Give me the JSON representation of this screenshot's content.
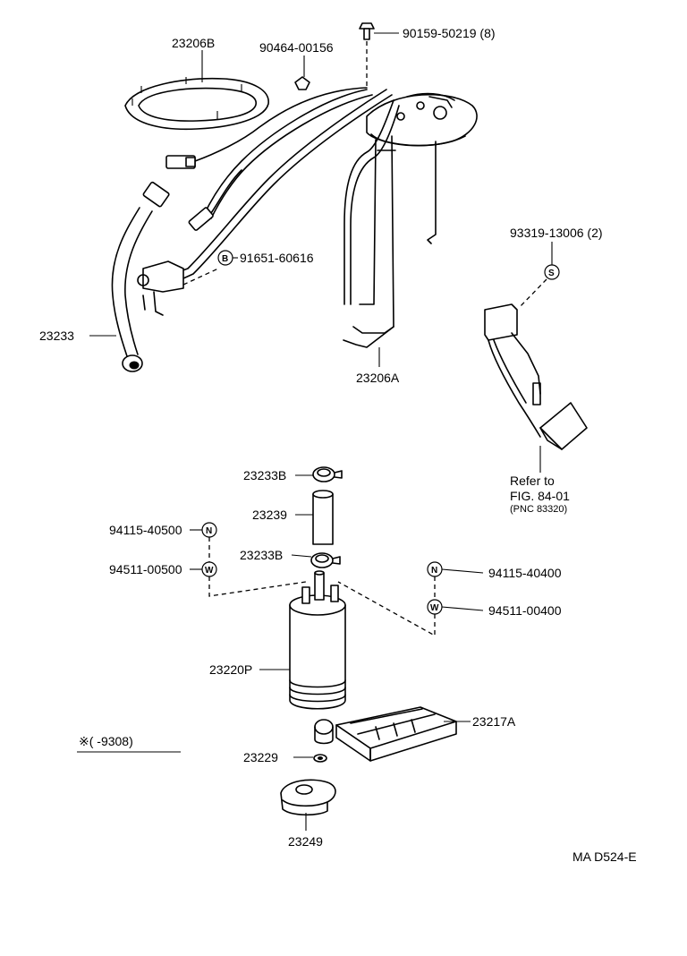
{
  "labels": {
    "p23206B": "23206B",
    "p90464_00156": "90464-00156",
    "p90159_50219": "90159-50219 (8)",
    "p91651_60616": "91651-60616",
    "p23233": "23233",
    "p23206A": "23206A",
    "p93319_13006": "93319-13006 (2)",
    "refer_to": "Refer to",
    "fig_ref": "FIG. 84-01",
    "pnc_ref": "(PNC 83320)",
    "p23233B_top": "23233B",
    "p23239": "23239",
    "p23233B_mid": "23233B",
    "p94115_40500": "94115-40500",
    "p94511_00500": "94511-00500",
    "p94115_40400": "94115-40400",
    "p94511_00400": "94511-00400",
    "p23220P": "23220P",
    "p23217A": "23217A",
    "p23229": "23229",
    "p23249": "23249",
    "note_range": "※(        -9308)",
    "drawing_code": "MA D524-E"
  },
  "symbols": {
    "b_symbol": "B",
    "s_symbol": "S",
    "n_left": "N",
    "w_left": "W",
    "n_right": "N",
    "w_right": "W"
  }
}
